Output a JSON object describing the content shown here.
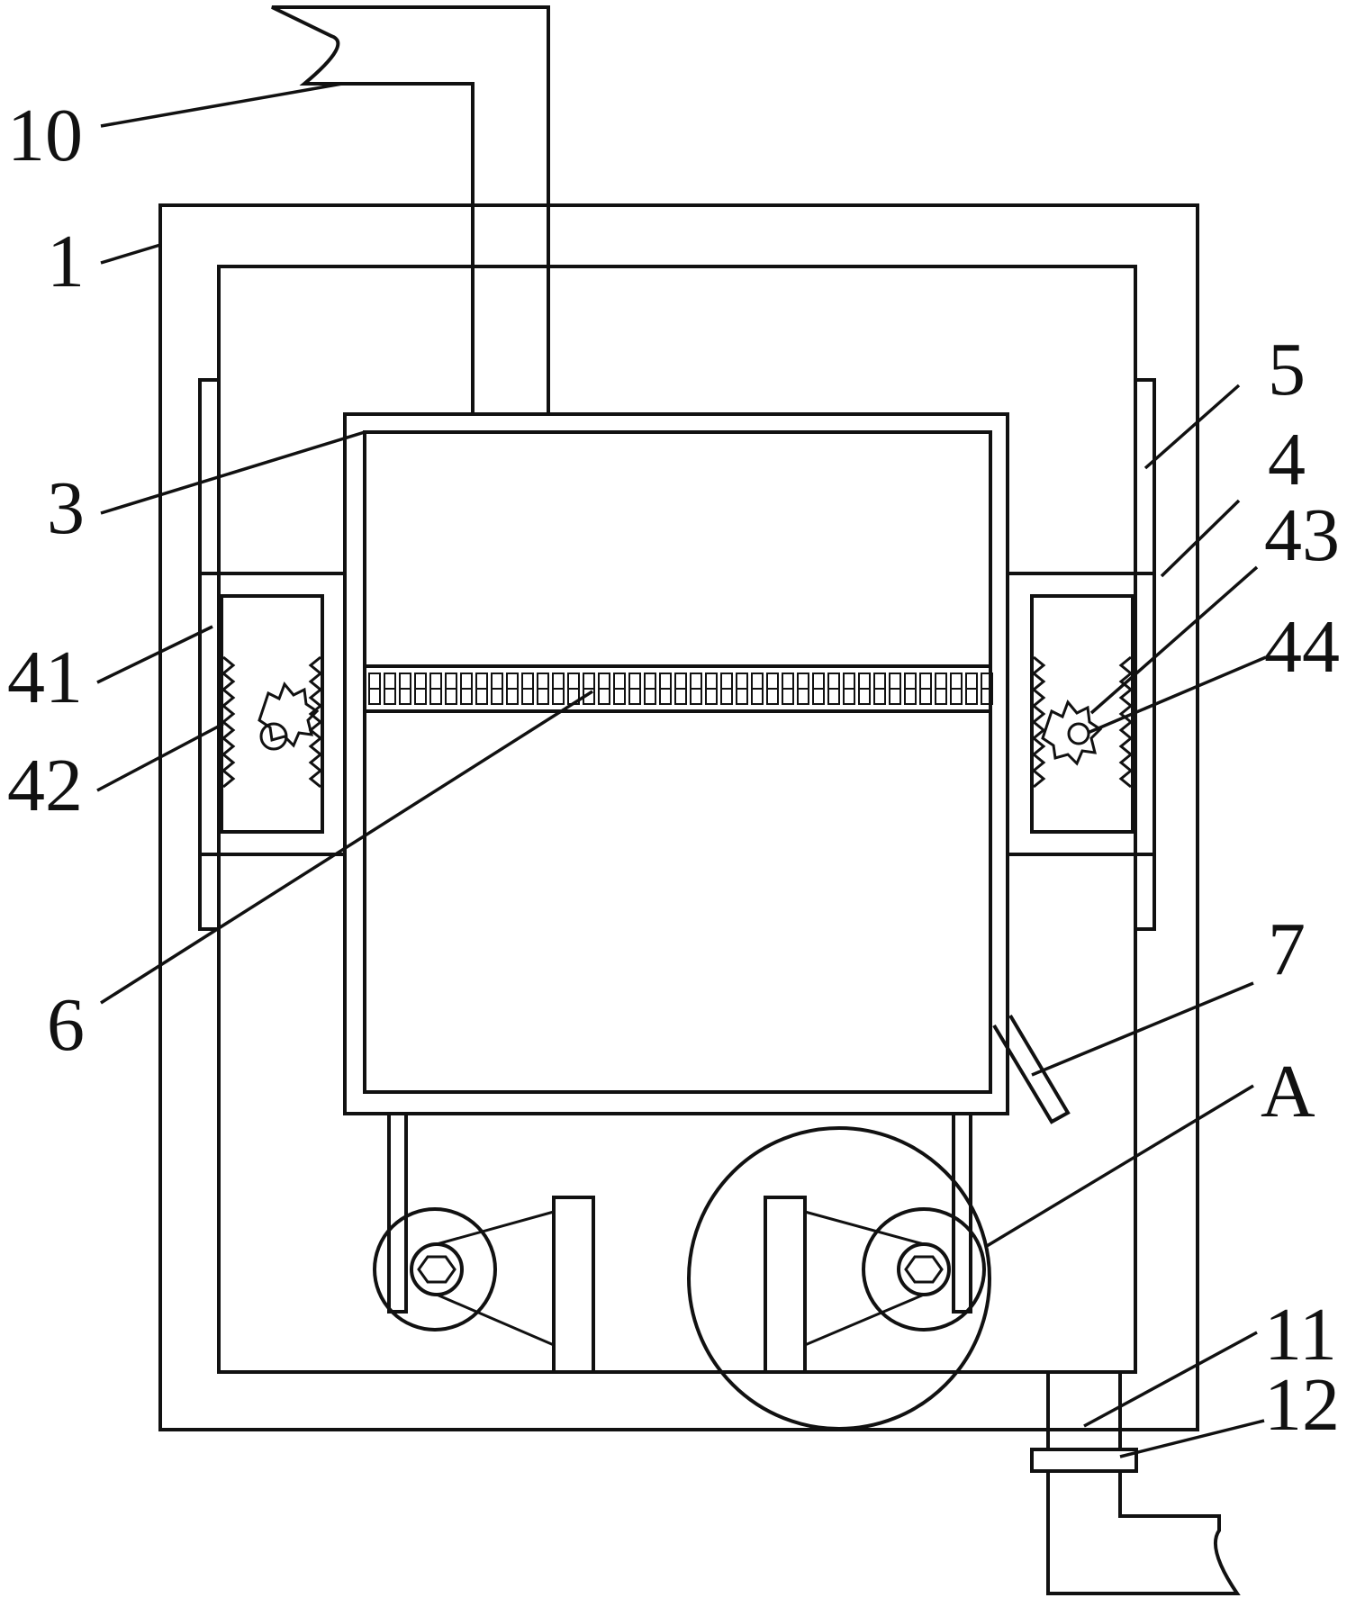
{
  "diagram": {
    "labels": {
      "l10": "10",
      "l1": "1",
      "l5": "5",
      "l3": "3",
      "l4": "4",
      "l43": "43",
      "l41": "41",
      "l44": "44",
      "l42": "42",
      "l6": "6",
      "l7": "7",
      "lA": "A",
      "l11": "11",
      "l12": "12"
    }
  }
}
